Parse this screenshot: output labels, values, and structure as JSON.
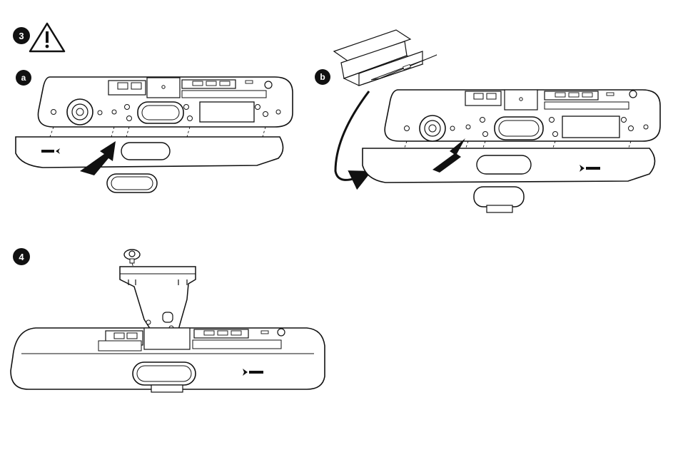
{
  "steps": {
    "step3": {
      "number": "3",
      "icon": "warning-triangle-icon"
    },
    "step3a": {
      "letter": "a"
    },
    "step3b": {
      "letter": "b"
    },
    "step4": {
      "number": "4"
    }
  },
  "brand": {
    "logo_icon": "poly-logo-icon"
  },
  "colors": {
    "line": "#111111",
    "fill": "#ffffff",
    "badge": "#111111",
    "arrow": "#111111"
  }
}
